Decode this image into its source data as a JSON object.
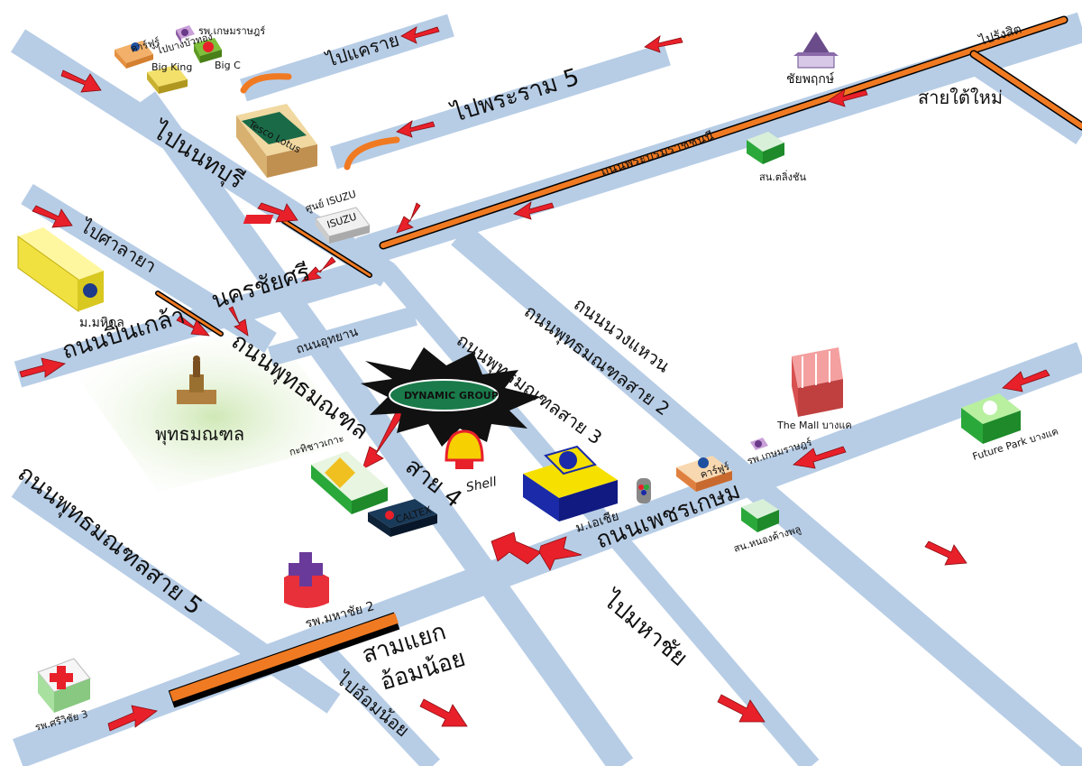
{
  "map": {
    "roads": {
      "to_khae_rai": "ไปแคราย",
      "to_phra_ram_5": "ไปพระราม 5",
      "to_nonthaburi": "ไปนนทบุรี",
      "to_sala_ya": "ไปศาลายา",
      "nakhon_chai_si": "นครชัยศรี",
      "pinklao_road": "ถนนปิ่นเกล้า",
      "utthayan_road": "ถนนอุทยาน",
      "phutthamonthon_sai_1": "ถนนพุทธมณฑล",
      "phutthamonthon_sai_3": "ถนนพุทธมณฑลสาย 3",
      "sai_4": "สาย 4",
      "phutthamonthon_sai_2": "ถนนพุทธมณฑลสาย 2",
      "nuang_waen": "ถนนนวงแหวน",
      "phutthamonthon_sai_5": "ถนนพุทธมณฑลสาย 5",
      "phetkasem_road": "ถนนเพชรเกษม",
      "to_mahachai": "ไปมหาชัย",
      "sam_yaek": "สามแยก",
      "om_noi": "อ้อมน้อย",
      "to_om_noi": "ไปอ้อมน้อย",
      "to_rangsit": "ไปรังสิต",
      "new_southern_terminal": "สายใต้ใหม่",
      "boromratchachonnani": "ถนนพระบรมราชชนนี"
    },
    "places": {
      "kasemrad_hospital_top": "รพ.เกษมราษฎร์",
      "carrefour_top": "คาร์ฟูร์",
      "big_c": "Big C",
      "big_king": "Big King",
      "to_bang_bua_thong": "ไปบางบัวทอง",
      "tesco_lotus": "Tesco Lotus",
      "isuzu_center": "ศูนย์ ISUZU",
      "isuzu_logo": "ISUZU",
      "chaiyaphruek": "ชัยพฤกษ์",
      "taling_chan_station": "สน.ตลิ่งชัน",
      "mahidol": "ม.มหิดล",
      "phutthamonthon_park": "พุทธมณฑล",
      "dynamic_group": "DYNAMIC GROUP",
      "krathin_tok": "กะทิชาวเกาะ",
      "shell": "Shell",
      "caltex": "CALTEX",
      "asia_university": "ม.เอเชีย",
      "carrefour_bottom": "คาร์ฟูร์",
      "kasemrad_hospital_bottom": "รพ.เกษมราษฎร์",
      "the_mall": "The Mall บางแค",
      "future_park": "Future Park บางแค",
      "nong_khang_phlu_station": "สน.หนองค้างพลู",
      "mahachai_hospital": "รพ.มหาชัย 2",
      "sriwichai_hospital": "รพ.ศรีวิชัย 3"
    }
  },
  "colors": {
    "road": "#b7cde6",
    "highlight": "#f07a22",
    "arrow": "#e8202a",
    "park": "#d6ecc2"
  }
}
